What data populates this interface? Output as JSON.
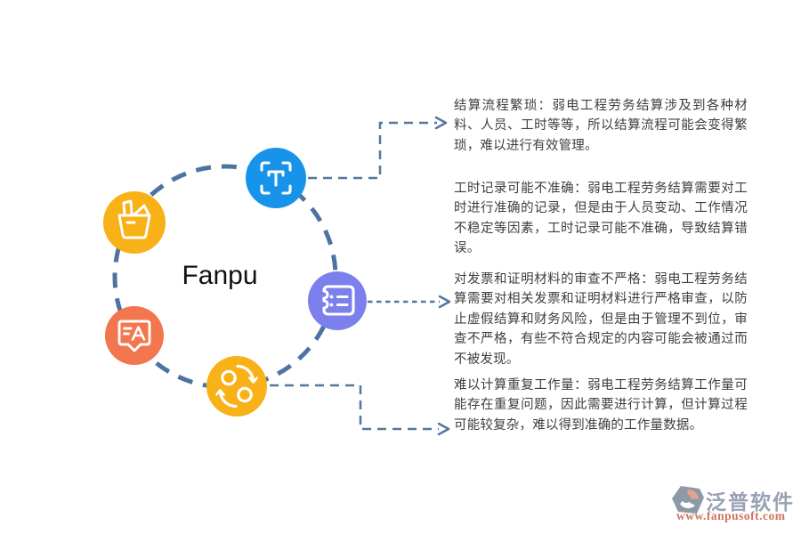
{
  "brand": {
    "center_label": "Fanpu"
  },
  "colors": {
    "circle_dash": "#4E73A2",
    "connector": "#53779F",
    "body_text": "#3e3e3e",
    "node_blue": "#1794EA",
    "node_gold": "#F8B117",
    "node_coral": "#F2764E",
    "node_purple": "#7B80EC",
    "logo_name": "#98a2b5",
    "logo_url": "#ce7260"
  },
  "icons": [
    {
      "name": "scan-text-icon",
      "color": "#1794EA"
    },
    {
      "name": "basket-icon",
      "color": "#F8B117"
    },
    {
      "name": "translate-icon",
      "color": "#F2764E"
    },
    {
      "name": "ticket-list-icon",
      "color": "#7B80EC"
    },
    {
      "name": "sync-icon",
      "color": "#F8B117"
    }
  ],
  "annotations": [
    {
      "text": "结算流程繁琐：弱电工程劳务结算涉及到各种材料、人员、工时等等，所以结算流程可能会变得繁琐，难以进行有效管理。"
    },
    {
      "text": "工时记录可能不准确：弱电工程劳务结算需要对工时进行准确的记录，但是由于人员变动、工作情况不稳定等因素，工时记录可能不准确，导致结算错误。"
    },
    {
      "text": "对发票和证明材料的审查不严格：弱电工程劳务结算需要对相关发票和证明材料进行严格审查，以防止虚假结算和财务风险，但是由于管理不到位，审查不严格，有些不符合规定的内容可能会被通过而不被发现。"
    },
    {
      "text": "难以计算重复工作量：弱电工程劳务结算工作量可能存在重复问题，因此需要进行计算，但计算过程可能较复杂，难以得到准确的工作量数据。"
    }
  ],
  "footer_logo": {
    "name": "泛普软件",
    "url": "www.fanpusoft.com"
  }
}
